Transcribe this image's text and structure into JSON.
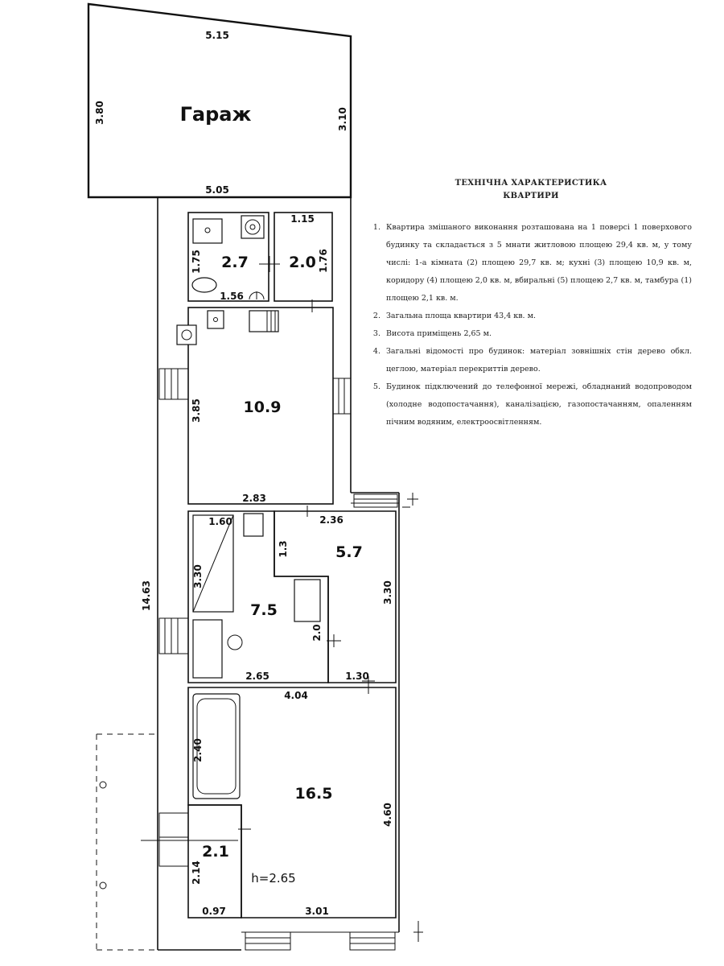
{
  "garage": {
    "label": "Гараж",
    "dims": {
      "top": "5.15",
      "bottom": "5.05",
      "left": "3.80",
      "right": "3.10"
    }
  },
  "rooms": {
    "wc": {
      "area": "2.7",
      "dims": {
        "height": "1.75",
        "width": "1.56"
      }
    },
    "storage": {
      "area": "2.0",
      "dims": {
        "width": "1.15",
        "height": "1.76"
      }
    },
    "kitchen": {
      "area": "10.9",
      "dims": {
        "height": "3.85",
        "width": "2.83"
      }
    },
    "room_7_5": {
      "area": "7.5",
      "dims": {
        "inner_width": "1.60",
        "inner_height": "3.30",
        "width": "2.65",
        "side": "2.0"
      }
    },
    "room_5_7": {
      "area": "5.7",
      "dims": {
        "width": "2.36",
        "recess": "1.3",
        "height": "3.30",
        "bottom": "1.30"
      }
    },
    "room_16_5": {
      "area": "16.5",
      "dims": {
        "width": "4.04",
        "bath": "2.40",
        "height": "4.60",
        "bottom": "3.01"
      }
    },
    "vestibule": {
      "area": "2.1",
      "dims": {
        "height": "2.14",
        "width": "0.97"
      }
    }
  },
  "overall": {
    "length": "14.63",
    "ceiling": "h=2.65"
  },
  "tech": {
    "title_line1": "ТЕХНІЧНА ХАРАКТЕРИСТИКА",
    "title_line2": "КВАРТИРИ",
    "items": [
      "Квартира змішаного виконання розташована на 1 поверсі 1 поверхового будинку та складається з 5 мнати житловою площею 29,4 кв. м, у тому числі: 1-а кімната (2) площею 29,7 кв. м; кухні (3) площею 10,9 кв. м, коридору (4) площею 2,0 кв. м, вбиральні (5) площею 2,7 кв. м, тамбура (1) площею 2,1 кв. м.",
      "Загальна площа квартири 43,4 кв. м.",
      "Висота приміщень 2,65 м.",
      "Загальні відомості про будинок: матеріал зовнішніх стін дерево обкл. цеглою, матеріал перекриттів дерево.",
      "Будинок підключений до телефонної мережі, обладнаний водопроводом (холодне водопостачання), каналізацією, газопостачанням, опаленням пічним водяним, електроосвітленням."
    ]
  }
}
